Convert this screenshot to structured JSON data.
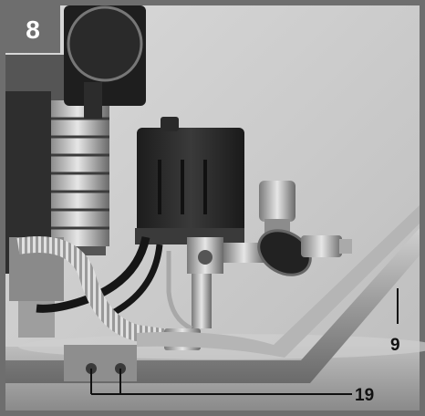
{
  "figure": {
    "number": "8",
    "callouts": [
      {
        "id": "frame-rail",
        "label": "9"
      },
      {
        "id": "mounting-screws",
        "label": "19"
      }
    ]
  },
  "colors": {
    "border": "#6e6e6e",
    "badge_bg": "#6e6e6e",
    "badge_text": "#ffffff",
    "photo_bg": "#c8c8c8",
    "callout_text": "#111111"
  }
}
